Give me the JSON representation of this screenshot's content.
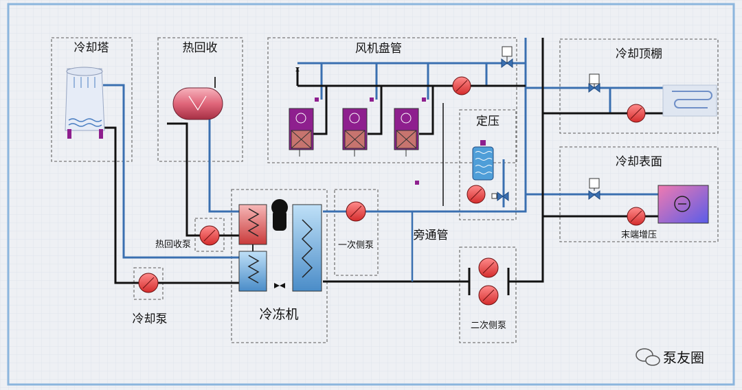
{
  "labels": {
    "cooling_tower": "冷却塔",
    "heat_recovery": "热回收",
    "fan_coil": "风机盘管",
    "chilled_ceiling": "冷却顶棚",
    "constant_pressure": "定压",
    "cooling_surface": "冷却表面",
    "heat_recovery_pump": "热回收泵",
    "primary_pump": "一次侧泵",
    "bypass_pipe": "旁通管",
    "chiller": "冷冻机",
    "cooling_pump": "冷却泵",
    "secondary_pump": "二次侧泵",
    "end_booster": "末端增压"
  },
  "watermark": "泵友圈",
  "colors": {
    "pipe_dark": "#111111",
    "pipe_blue": "#3a6fb0",
    "pump_red": "#e84a4a",
    "coil_purple": "#8e1f8e",
    "box_border": "#777777"
  }
}
